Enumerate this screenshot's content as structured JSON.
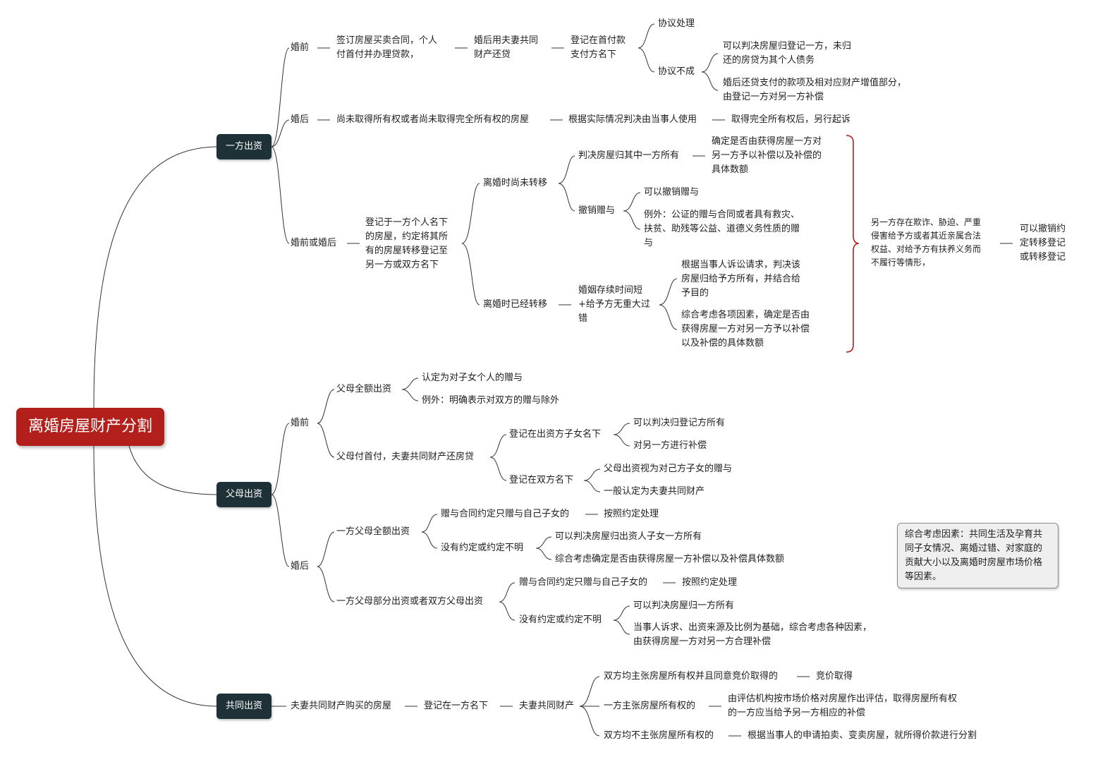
{
  "root": "离婚房屋财产分割",
  "mains": {
    "a": "一方出资",
    "b": "父母出资",
    "c": "共同出资"
  },
  "a": {
    "pre": "婚前",
    "pre_1": [
      "签订房屋买卖合同，个人",
      "付首付并办理贷款，"
    ],
    "pre_2": [
      "婚后用夫妻共同",
      "财产还贷"
    ],
    "pre_3": [
      "登记在首付款",
      "支付方名下"
    ],
    "agree": "协议处理",
    "disagree": "协议不成",
    "dis_1": [
      "可以判决房屋归登记一方，未归",
      "还的房贷为其个人债务"
    ],
    "dis_2": [
      "婚后还贷支付的款项及相对应财产增值部分，",
      "由登记一方对另一方补偿"
    ],
    "post": "婚后",
    "post_1": "尚未取得所有权或者尚未取得完全所有权的房屋",
    "post_2": "根据实际情况判决由当事人使用",
    "post_3": "取得完全所有权后，另行起诉",
    "either": "婚前或婚后",
    "either_1": [
      "登记于一方个人名下",
      "的房屋，约定将其所",
      "有的房屋转移登记至",
      "另一方或双方名下"
    ],
    "not_moved": "离婚时尚未转移",
    "nm_1": "判决房屋归其中一方所有",
    "nm_1a": [
      "确定是否由获得房屋一方对",
      "另一方予以补偿以及补偿的",
      "具体数额"
    ],
    "nm_2": "撤销赠与",
    "nm_2a": "可以撤销赠与",
    "nm_2b": [
      "例外：公证的赠与合同或者具有救灾、",
      "扶贫、助残等公益、道德义务性质的赠",
      "与"
    ],
    "moved": "离婚时已经转移",
    "mv_1": [
      "婚姻存续时间短",
      "+给予方无重大过",
      "错"
    ],
    "mv_1a": [
      "根据当事人诉讼请求，判决该",
      "房屋归给予方所有，并结合给",
      "予目的"
    ],
    "mv_1b": [
      "综合考虑各项因素，确定是否由",
      "获得房屋一方对另一方予以补偿",
      "以及补偿的具体数额"
    ],
    "fraud": [
      "另一方存在欺诈、胁迫、严重",
      "侵害给予方或者其近亲属合法",
      "权益、对给予方有扶养义务而",
      "不履行等情形，"
    ],
    "revoke": [
      "可以撤销约",
      "定转移登记",
      "或转移登记"
    ]
  },
  "b": {
    "pre": "婚前",
    "full": "父母全额出资",
    "full_1": "认定为对子女个人的赠与",
    "full_2": "例外：明确表示对双方的赠与除外",
    "down": "父母付首付，夫妻共同财产还房贷",
    "down_1": "登记在出资方子女名下",
    "down_1a": "可以判决归登记方所有",
    "down_1b": "对另一方进行补偿",
    "down_2": "登记在双方名下",
    "down_2a": "父母出资视为对己方子女的赠与",
    "down_2b": "一般认定为夫妻共同财产",
    "post": "婚后",
    "one_full": "一方父母全额出资",
    "of_1": "赠与合同约定只赠与自己子女的",
    "of_1a": "按照约定处理",
    "of_2": "没有约定或约定不明",
    "of_2a": "可以判决房屋归出资人子女一方所有",
    "of_2b": "综合考虑确定是否由获得房屋一方补偿以及补偿具体数额",
    "part": "一方父母部分出资或者双方父母出资",
    "pt_1": "赠与合同约定只赠与自己子女的",
    "pt_1a": "按照约定处理",
    "pt_2": "没有约定或约定不明",
    "pt_2a": "可以判决房屋归一方所有",
    "pt_2b": [
      "当事人诉求、出资来源及比例为基础，综合考虑各种因素，",
      "由获得房屋一方对另一方合理补偿"
    ]
  },
  "c": {
    "c1": "夫妻共同财产购买的房屋",
    "c2": "登记在一方名下",
    "c3": "夫妻共同财产",
    "d1": "双方均主张房屋所有权并且同意竞价取得的",
    "d1a": "竞价取得",
    "d2": "一方主张房屋所有权的",
    "d2a": [
      "由评估机构按市场价格对房屋作出评估，取得房屋所有权",
      "的一方应当给予另一方相应的补偿"
    ],
    "d3": "双方均不主张房屋所有权的",
    "d3a": "根据当事人的申请拍卖、变卖房屋，就所得价款进行分割"
  },
  "note": "综合考虑因素：共同生活及孕育共同子女情况、离婚过错、对家庭的贡献大小以及离婚时房屋市场价格等因素。",
  "colors": {
    "root": "#b3201c",
    "main": "#1e3136",
    "bracket": "#b3201c",
    "line": "#333333"
  }
}
